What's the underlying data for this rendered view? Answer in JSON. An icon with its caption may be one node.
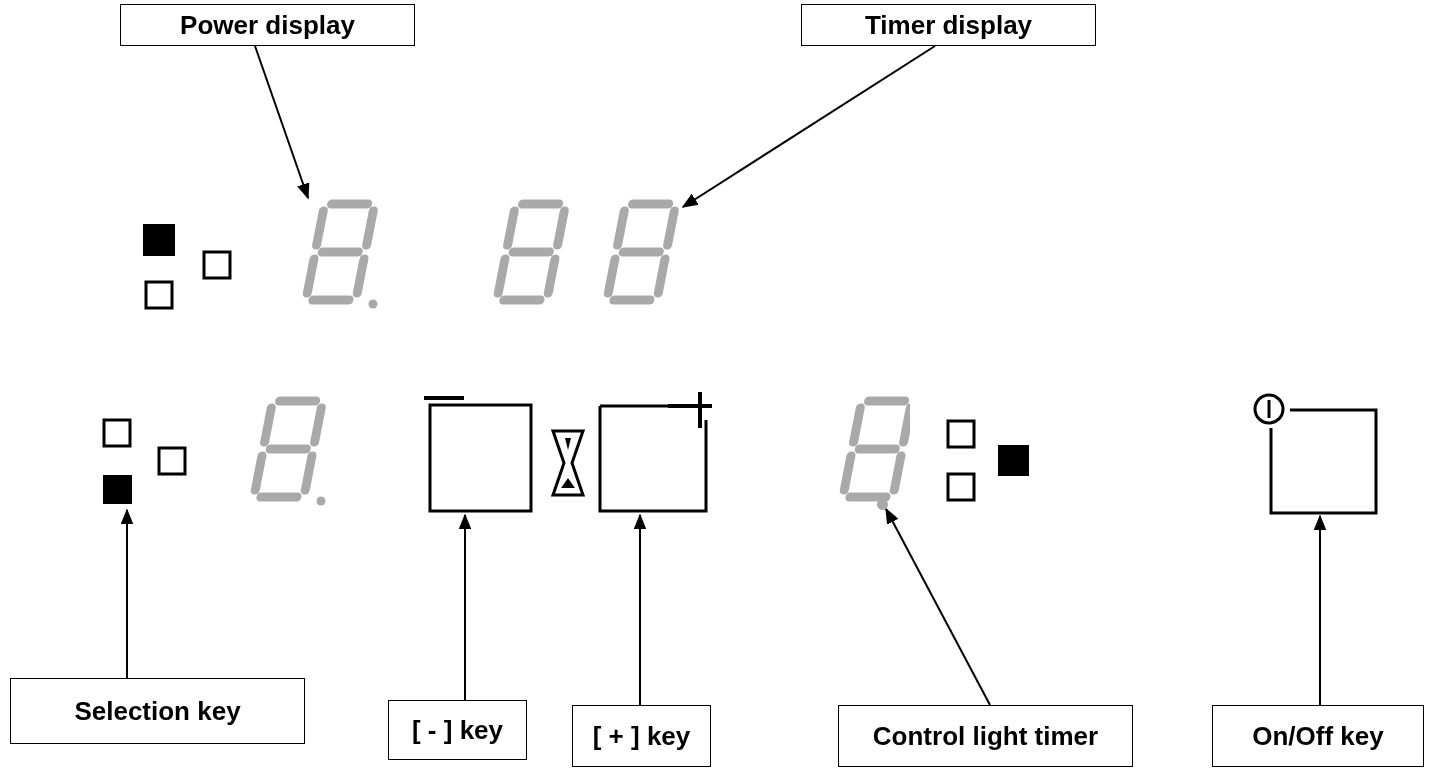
{
  "diagram": {
    "nodes": [
      {
        "text": [
          "Power display"
        ]
      },
      {
        "text": [
          "Timer display"
        ]
      },
      {
        "text": [],
        "shape": "display"
      },
      {
        "text": [],
        "shape": "display"
      },
      {
        "text": [],
        "shape": "box"
      },
      {
        "text": [],
        "shape": "box"
      },
      {
        "text": [],
        "shape": "box"
      },
      {
        "text": [],
        "shape": "circle"
      },
      {
        "text": [],
        "shape": "box"
      },
      {
        "text": [
          "Selection key"
        ]
      },
      {
        "text": [
          "[ - ] key"
        ]
      },
      {
        "text": [
          "[ + ] key"
        ]
      },
      {
        "text": [
          "Control light timer"
        ]
      },
      {
        "text": [
          "On/Off key"
        ]
      }
    ],
    "edges": [
      {
        "from": 0,
        "to": 2,
        "arrow": "to"
      },
      {
        "from": 1,
        "to": 3,
        "arrow": "to"
      },
      {
        "from": 9,
        "to": 4,
        "arrow": "to"
      },
      {
        "from": 10,
        "to": 5,
        "arrow": "to"
      },
      {
        "from": 11,
        "to": 6,
        "arrow": "to"
      },
      {
        "from": 12,
        "to": 7,
        "arrow": "to"
      },
      {
        "from": 13,
        "to": 8,
        "arrow": "to"
      }
    ]
  }
}
